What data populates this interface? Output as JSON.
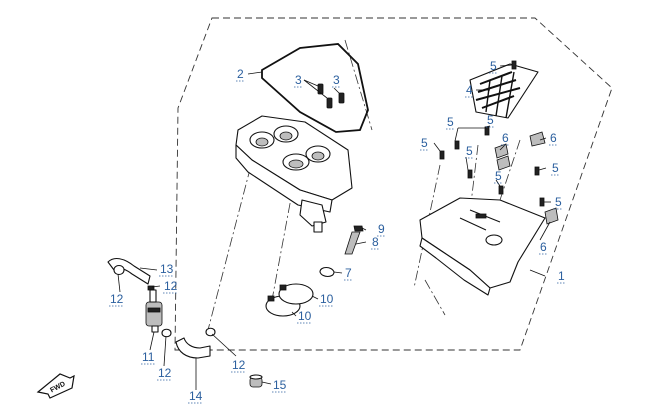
{
  "diagram": {
    "callouts": {
      "c1": "1",
      "c2": "2",
      "c3a": "3",
      "c3b": "3",
      "c4": "4",
      "c5a": "5",
      "c5b": "5",
      "c5c": "5",
      "c5d": "5",
      "c5e": "5",
      "c5f": "5",
      "c5g": "5",
      "c6a": "6",
      "c6b": "6",
      "c6c": "6",
      "c7": "7",
      "c8": "8",
      "c9": "9",
      "c10a": "10",
      "c10b": "10",
      "c11": "11",
      "c12a": "12",
      "c12b": "12",
      "c12c": "12",
      "c12d": "12",
      "c13": "13",
      "c14": "14",
      "c15": "15"
    },
    "direction_arrow_text": "FWD"
  }
}
